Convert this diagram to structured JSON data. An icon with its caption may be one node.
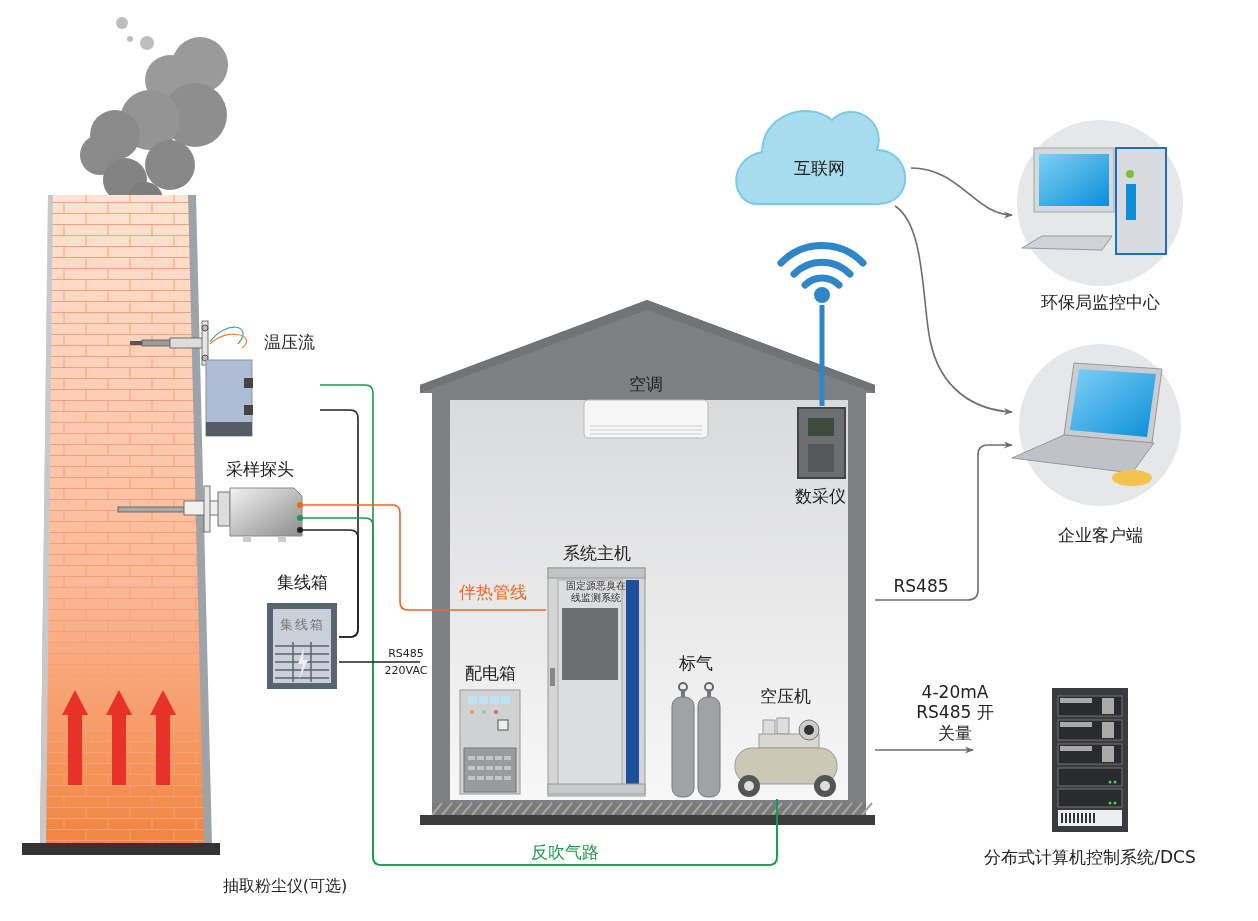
{
  "diagram": {
    "nodes": [
      {
        "text": [
          "温压流"
        ]
      },
      {
        "text": [
          "采样探头"
        ]
      },
      {
        "text": [
          "集线箱",
          "集线箱"
        ]
      },
      {
        "text": [],
        "shape": "house"
      },
      {
        "text": [
          "空调"
        ],
        "in": 3
      },
      {
        "text": [
          "数采仪"
        ],
        "in": 3
      },
      {
        "text": [
          "系统主机",
          "固定源恶臭在线监测系统"
        ],
        "in": 3
      },
      {
        "text": [
          "配电箱"
        ],
        "in": 3
      },
      {
        "text": [
          "标气"
        ],
        "in": 3
      },
      {
        "text": [
          "空压机"
        ],
        "in": 3
      },
      {
        "text": [
          "互联网"
        ]
      },
      {
        "text": [
          "环保局监控中心"
        ]
      },
      {
        "text": [
          "企业客户端"
        ]
      },
      {
        "text": [
          "分布式计算机控制系统/DCS"
        ]
      },
      {
        "text": [],
        "shape": "wifi"
      }
    ],
    "edges": [
      {
        "from": 0,
        "to": 2,
        "arrow": "none",
        "color": "#222222"
      },
      {
        "from": 1,
        "to": 2,
        "arrow": "none",
        "color": "#222222"
      },
      {
        "from": 0,
        "to": 9,
        "arrow": "none",
        "color": "#1a9a4a",
        "label": "反吹气路"
      },
      {
        "from": 1,
        "to": 9,
        "arrow": "none",
        "color": "#1a9a4a"
      },
      {
        "from": 1,
        "to": 6,
        "arrow": "none",
        "color": "#f26522",
        "label": "伴热管线"
      },
      {
        "from": 2,
        "to": 3,
        "arrow": "none",
        "color": "#222222",
        "label": "RS485"
      },
      {
        "from": 10,
        "to": 11,
        "arrow": "to"
      },
      {
        "from": 10,
        "to": 12,
        "arrow": "to"
      },
      {
        "from": 3,
        "to": 12,
        "arrow": "to",
        "label": "RS485"
      },
      {
        "from": 3,
        "to": 13,
        "arrow": "to",
        "label": "4-20mA RS485 开关量"
      },
      {
        "from": 5,
        "to": 14,
        "arrow": "none",
        "color": "#2f86c8",
        "style": "thick"
      }
    ],
    "labels": [
      "220VAC",
      "抽取粉尘仪(可选)"
    ]
  }
}
